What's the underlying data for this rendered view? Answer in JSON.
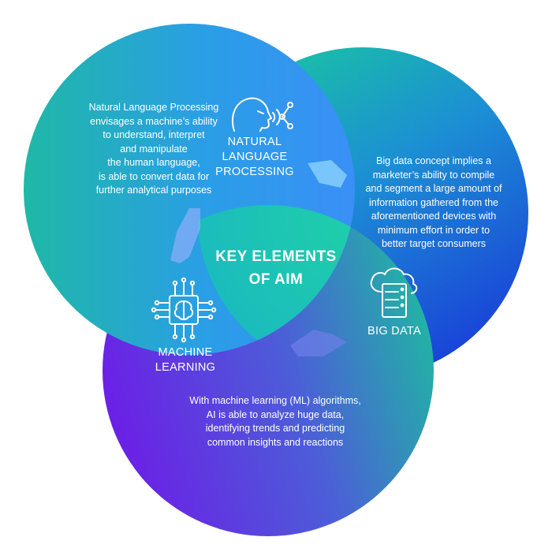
{
  "diagram": {
    "center_title": [
      "KEY ELEMENTS",
      "OF AIM"
    ],
    "nodes": [
      {
        "id": "nlp",
        "label": [
          "NATURAL",
          "LANGUAGE",
          "PROCESSING"
        ],
        "description": [
          "Natural Language Processing",
          "envisages a machine’s ability",
          "to understand, interpret",
          "and manipulate",
          "the human language,",
          "is able to convert data for",
          "further analytical purposes"
        ],
        "icon": "speaking-head-icon"
      },
      {
        "id": "big-data",
        "label": [
          "BIG DATA"
        ],
        "description": [
          "Big data concept implies a",
          "marketer’s ability to compile",
          "and segment a large amount of",
          "information gathered from the",
          "aforementioned devices with",
          "minimum effort in order to",
          "better target consumers"
        ],
        "icon": "cloud-server-icon"
      },
      {
        "id": "ml",
        "label": [
          "MACHINE",
          "LEARNING"
        ],
        "description": [
          "With machine learning (ML) algorithms,",
          "AI is able to analyze huge data,",
          "identifying trends and predicting",
          "common insights and reactions"
        ],
        "icon": "brain-chip-icon"
      }
    ],
    "colors": {
      "teal": "#1fc8a8",
      "blue": "#2d8cf0",
      "violet": "#7022e6",
      "deep_blue": "#1a3fd6"
    }
  }
}
